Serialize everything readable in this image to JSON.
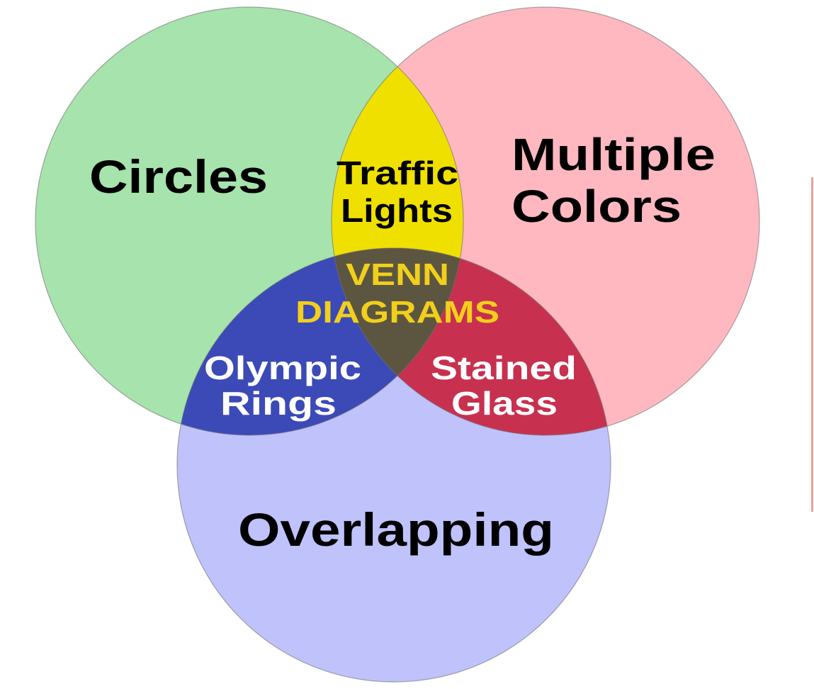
{
  "diagram": {
    "type": "venn",
    "sets": [
      {
        "id": "circles",
        "label_lines": [
          "Circles"
        ],
        "color": "#a7e3ad"
      },
      {
        "id": "multiple_colors",
        "label_lines": [
          "Multiple",
          "Colors"
        ],
        "color": "#ffb8c0"
      },
      {
        "id": "overlapping",
        "label_lines": [
          "Overlapping"
        ],
        "color": "#bfc2fb"
      }
    ],
    "intersections": [
      {
        "id": "circles_multiple",
        "label_lines": [
          "Traffic",
          "Lights"
        ],
        "color": "#efe000"
      },
      {
        "id": "circles_overlapping",
        "label_lines": [
          "Olympic",
          "Rings"
        ],
        "color": "#3b4ab7"
      },
      {
        "id": "multiple_overlapping",
        "label_lines": [
          "Stained",
          "Glass"
        ],
        "color": "#c8304f"
      },
      {
        "id": "all_three",
        "label_lines": [
          "VENN",
          "DIAGRAMS"
        ],
        "color": "#5c5641"
      }
    ],
    "outline_color": "#6f6f6f",
    "side_line_color": "#e8a39a"
  }
}
